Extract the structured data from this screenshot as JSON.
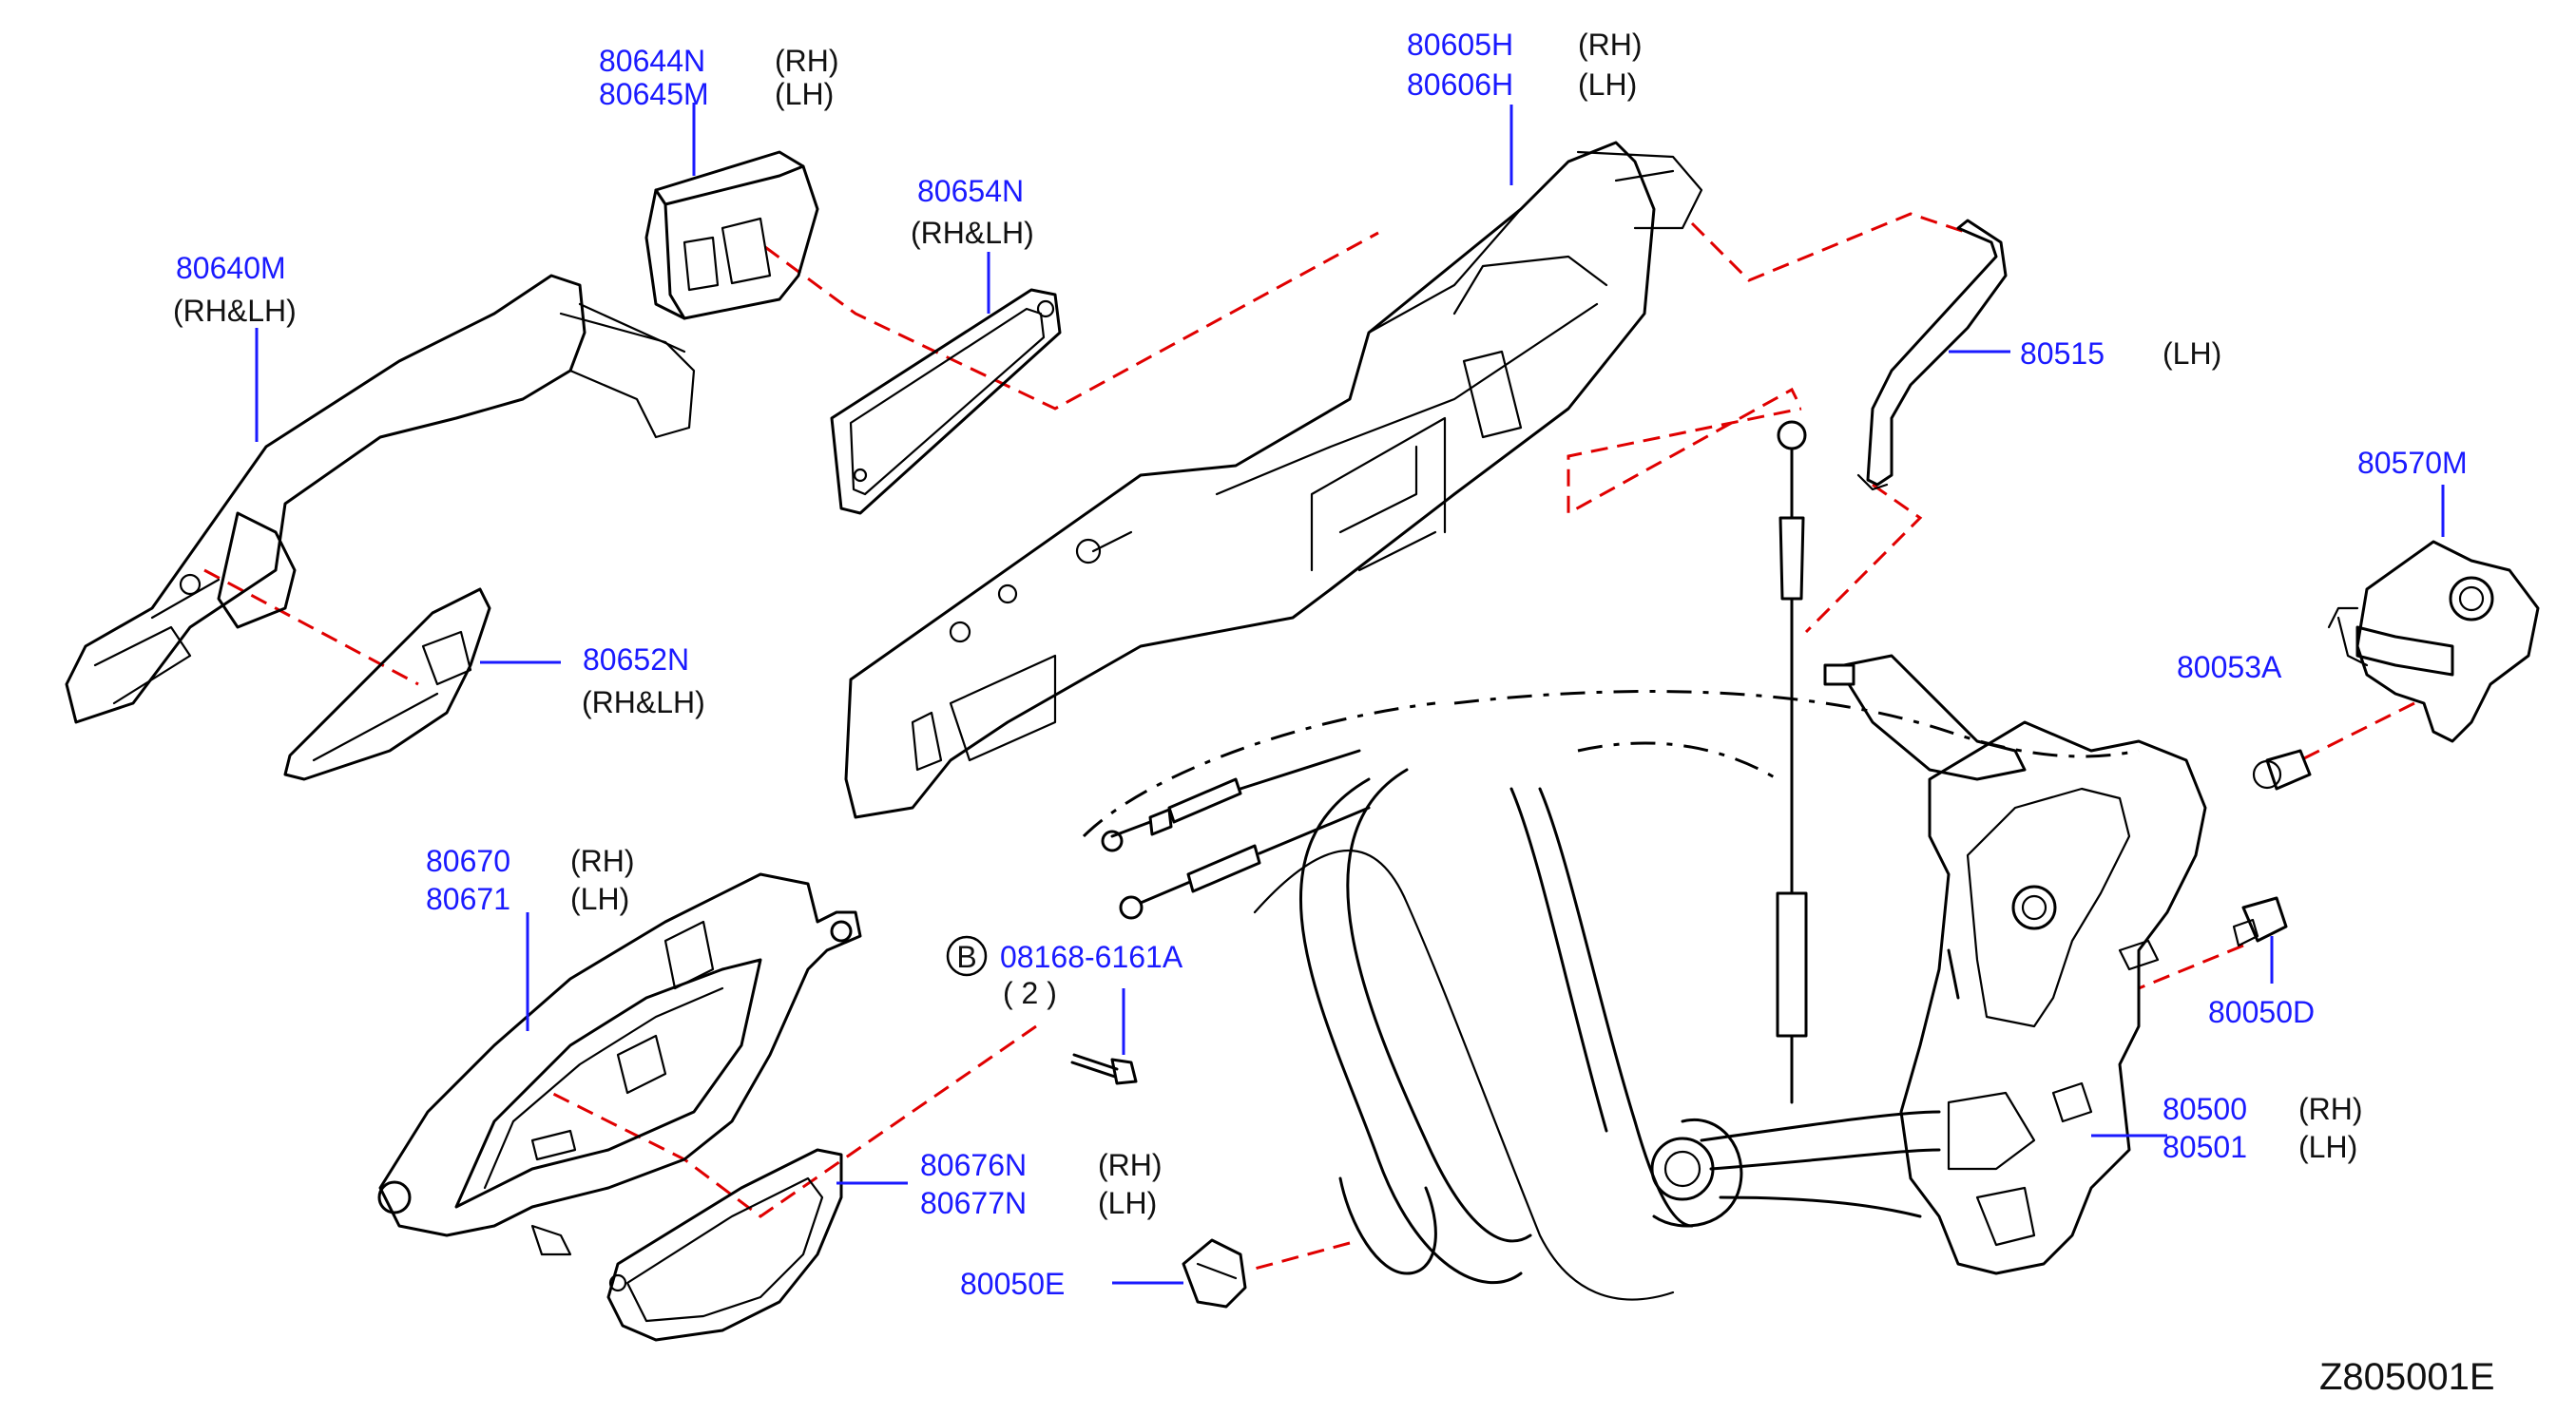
{
  "diagram_code": "Z805001E",
  "callouts": {
    "c80644": {
      "number_a": "80644N",
      "number_b": "80645M",
      "side_a": "(RH)",
      "side_b": "(LH)"
    },
    "c80605": {
      "number_a": "80605H",
      "number_b": "80606H",
      "side_a": "(RH)",
      "side_b": "(LH)"
    },
    "c80654": {
      "number": "80654N",
      "side": "(RH&LH)"
    },
    "c80640": {
      "number": "80640M",
      "side": "(RH&LH)"
    },
    "c80515": {
      "number": "80515",
      "side": "(LH)"
    },
    "c80570": {
      "number": "80570M"
    },
    "c80652": {
      "number": "80652N",
      "side": "(RH&LH)"
    },
    "c80053": {
      "number": "80053A"
    },
    "c80670": {
      "number_a": "80670",
      "number_b": "80671",
      "side_a": "(RH)",
      "side_b": "(LH)"
    },
    "c08168": {
      "badge": "B",
      "number": "08168-6161A",
      "qty": "( 2 )"
    },
    "c80050D": {
      "number": "80050D"
    },
    "c80500": {
      "number_a": "80500",
      "number_b": "80501",
      "side_a": "(RH)",
      "side_b": "(LH)"
    },
    "c80676": {
      "number_a": "80676N",
      "number_b": "80677N",
      "side_a": "(RH)",
      "side_b": "(LH)"
    },
    "c80050E": {
      "number": "80050E"
    }
  },
  "colors": {
    "part_number": "#1a1aff",
    "leader_dash": "#e00000",
    "outline": "#000000"
  }
}
